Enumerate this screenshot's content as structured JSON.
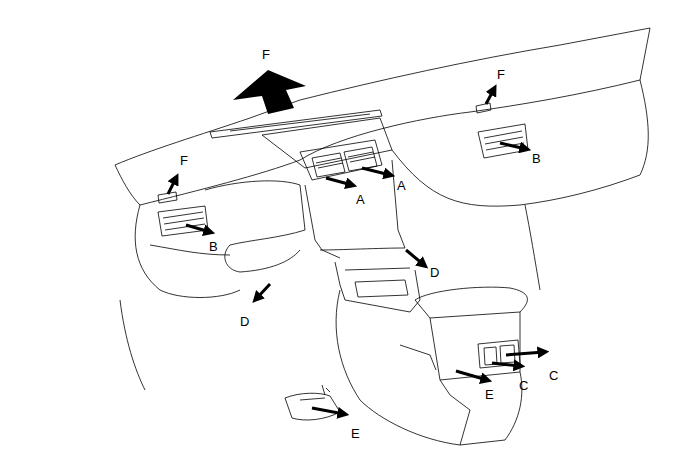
{
  "diagram": {
    "labels": [
      "F",
      "F",
      "F",
      "B",
      "A",
      "A",
      "B",
      "D",
      "D",
      "C",
      "C",
      "E",
      "E"
    ]
  }
}
